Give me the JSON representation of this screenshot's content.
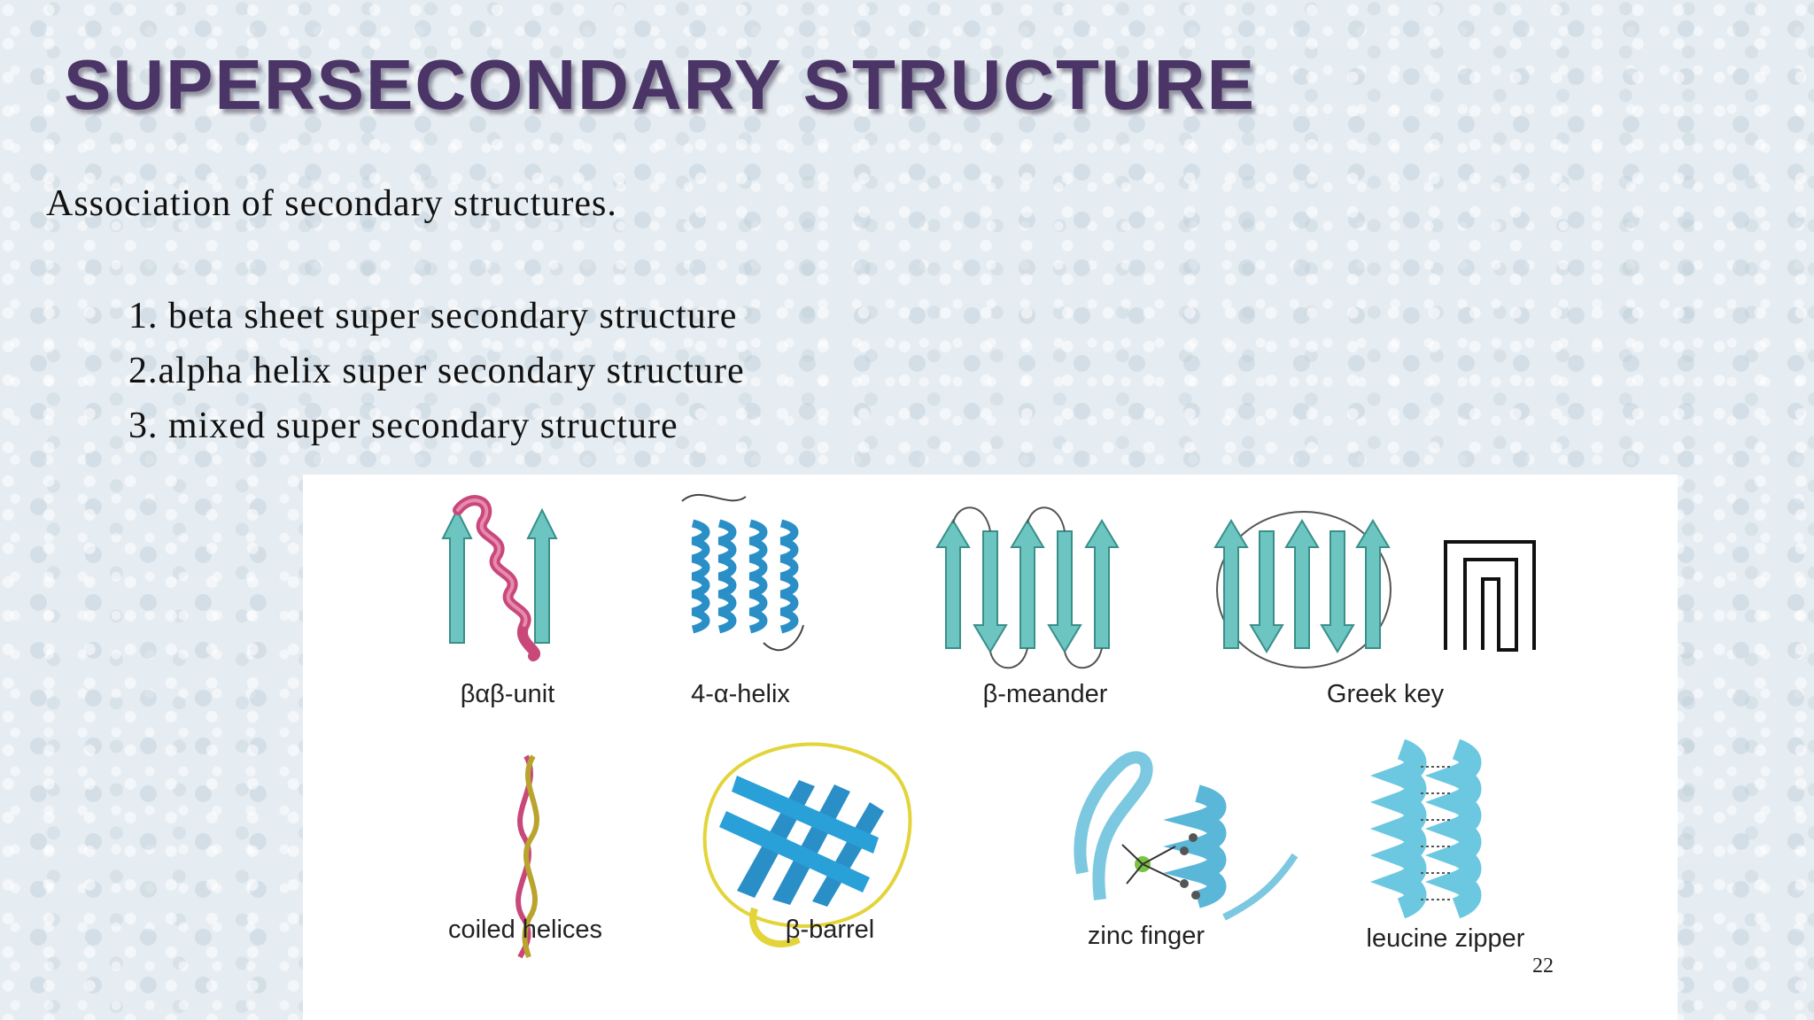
{
  "slide": {
    "title": "SUPERSECONDARY STRUCTURE",
    "intro": "Association of secondary structures.",
    "list": [
      "1. beta sheet super secondary structure",
      "2.alpha helix super secondary structure",
      "3. mixed super secondary structure"
    ]
  },
  "figure": {
    "captions": {
      "bab": "βαβ-unit",
      "four_helix": "4-α-helix",
      "meander": "β-meander",
      "greek_key": "Greek key",
      "coiled": "coiled helices",
      "barrel": "β-barrel",
      "zinc": "zinc finger",
      "leucine": "leucine zipper"
    },
    "page_number": "22"
  },
  "colors": {
    "title": "#4b3566",
    "strand": "#6cc5c0",
    "helix_blue": "#2a8fc7",
    "helix_pink": "#c8487a",
    "loop_yellow": "#e3d43a"
  }
}
